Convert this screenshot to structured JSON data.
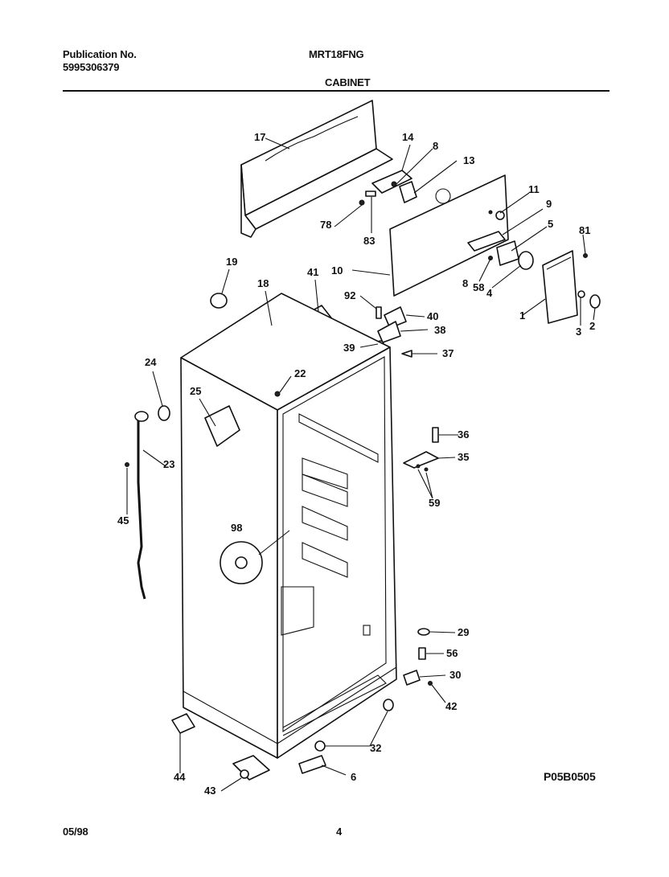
{
  "header": {
    "publication_label": "Publication No.",
    "publication_number": "5995306379",
    "model": "MRT18FNG",
    "section": "CABINET"
  },
  "footer": {
    "date": "05/98",
    "page": "4",
    "diagram_code": "P05B0505"
  },
  "callouts": {
    "c17": "17",
    "c14": "14",
    "c8a": "8",
    "c13": "13",
    "c11": "11",
    "c9": "9",
    "c5": "5",
    "c81": "81",
    "c78": "78",
    "c83": "83",
    "c10": "10",
    "c8b": "8",
    "c58": "58",
    "c4": "4",
    "c1": "1",
    "c3": "3",
    "c2": "2",
    "c19": "19",
    "c18": "18",
    "c41": "41",
    "c92": "92",
    "c40": "40",
    "c38": "38",
    "c39": "39",
    "c37": "37",
    "c24": "24",
    "c22": "22",
    "c25": "25",
    "c23": "23",
    "c45": "45",
    "c36": "36",
    "c35": "35",
    "c59": "59",
    "c98": "98",
    "c29": "29",
    "c56": "56",
    "c30": "30",
    "c42": "42",
    "c32": "32",
    "c44": "44",
    "c43": "43",
    "c6": "6"
  }
}
